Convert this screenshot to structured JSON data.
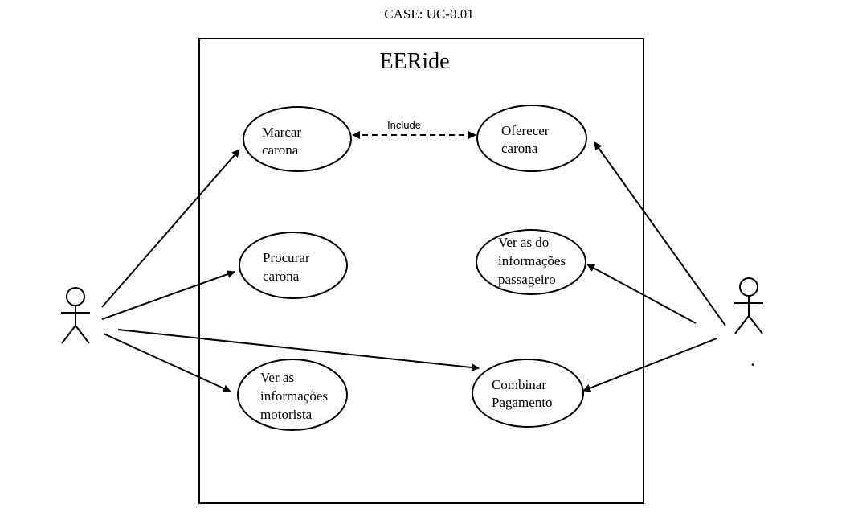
{
  "title": "CASE: UC-0.01",
  "system": {
    "name": "EERide"
  },
  "use_cases": {
    "marcar_carona": [
      "Marcar",
      "carona"
    ],
    "procurar_carona": [
      "Procurar",
      "carona"
    ],
    "ver_info_motorista": [
      "Ver as",
      "informações",
      "motorista"
    ],
    "oferecer_carona": [
      "Oferecer",
      "carona"
    ],
    "ver_info_passageiro": [
      "Ver as do",
      "informações",
      "passageiro"
    ],
    "combinar_pagamento": [
      "Combinar",
      "Pagamento"
    ]
  },
  "relationship": {
    "include_label": "Include"
  },
  "actors": {
    "right_label": "."
  }
}
